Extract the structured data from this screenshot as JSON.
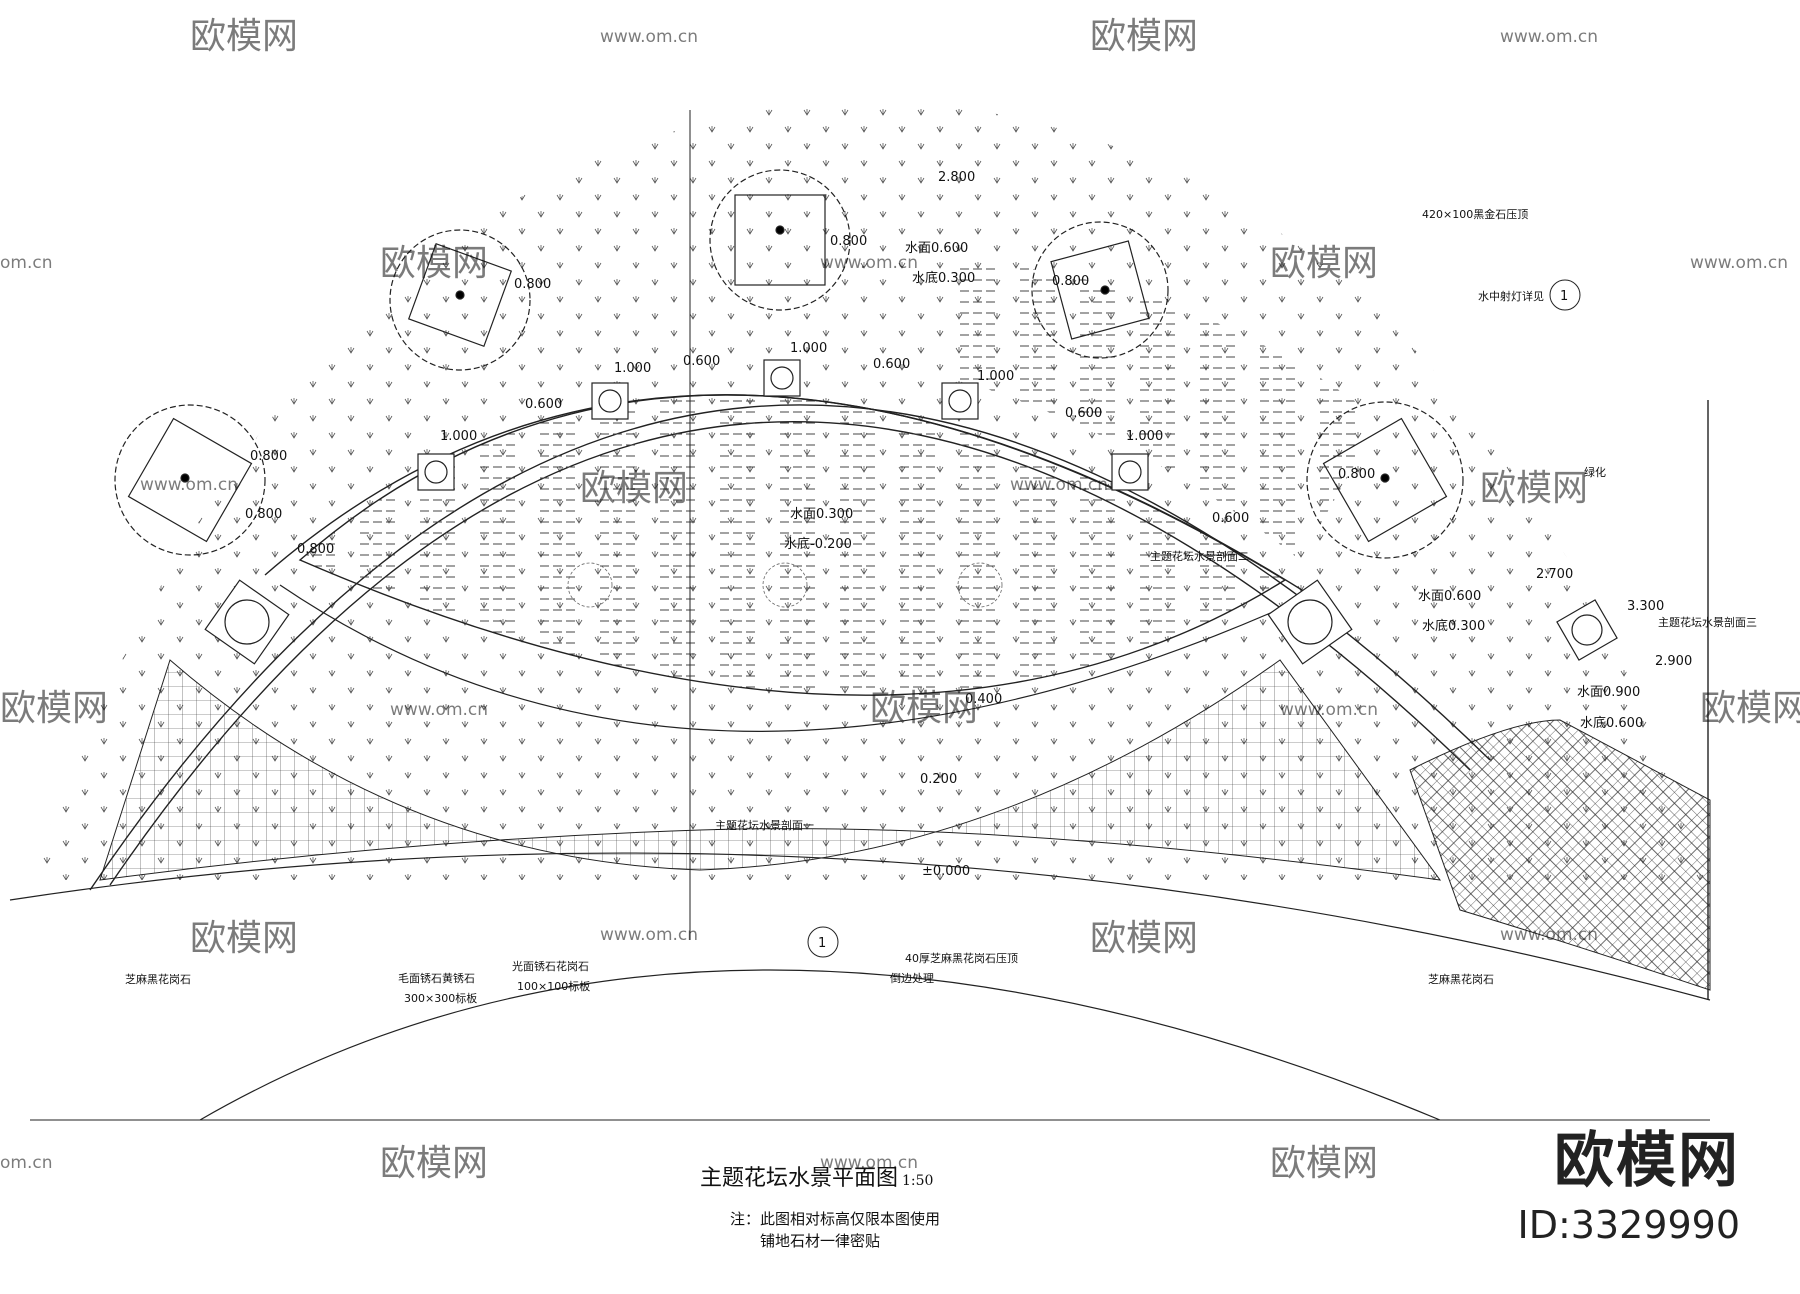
{
  "drawing": {
    "title": "主题花坛水景平面图",
    "scale": "1:50",
    "notes": [
      "注：此图相对标高仅限本图使用",
      "铺地石材一律密贴"
    ]
  },
  "brand": {
    "name": "欧模网",
    "id": "ID:3329990"
  },
  "watermark": {
    "text": "欧模网",
    "url": "www.om.cn",
    "fragment": "om.cn"
  },
  "elevations": {
    "top_rim": "2.800",
    "center_planter": "0.800",
    "left_planter_a": "0.800",
    "left_planter_b": "0.800",
    "left_planter_c": "0.800",
    "right_planter_a": "0.800",
    "right_planter_b": "0.800",
    "water_surface_top": "水面0.600",
    "water_bottom_top": "水底0.300",
    "post_1000_a": "1.000",
    "post_1000_b": "1.000",
    "post_1000_c": "1.000",
    "post_1000_d": "1.000",
    "post_1000_e": "1.000",
    "post_0600_a": "0.600",
    "post_0600_b": "0.600",
    "post_0600_c": "0.600",
    "post_0600_d": "0.600",
    "post_0600_e": "0.600",
    "left_0800": "0.800",
    "pool_surface": "水面0.300",
    "pool_bottom": "水底-0.200",
    "right_surface": "水面0.600",
    "right_bottom": "水底0.300",
    "r_2700": "2.700",
    "r_3300": "3.300",
    "r_2900": "2.900",
    "r_surface_2": "水面0.900",
    "r_bottom_2": "水底0.600",
    "mid_0400": "0.400",
    "mid_0200": "0.200",
    "ground": "±0.000"
  },
  "annotations": {
    "stone_top": "420×100黑金石压顶",
    "underwater_lamp": "水中射灯详见",
    "section_mark": "1",
    "greening": "绿化",
    "section_3": "主题花坛水景剖面三",
    "section_2": "主题花坛水景剖面二",
    "section_1": "主题花坛水景剖面一",
    "curb_left": "芝麻黑花岗石",
    "tile_a": "毛面锈石黄锈石",
    "tile_a_size": "300×300标板",
    "tile_b": "光面锈石花岗石",
    "tile_b_size": "100×100标板",
    "paving_c": "40厚芝麻黑花岗石压顶",
    "paving_c_2": "倒边处理",
    "curb_right": "芝麻黑花岗石"
  }
}
